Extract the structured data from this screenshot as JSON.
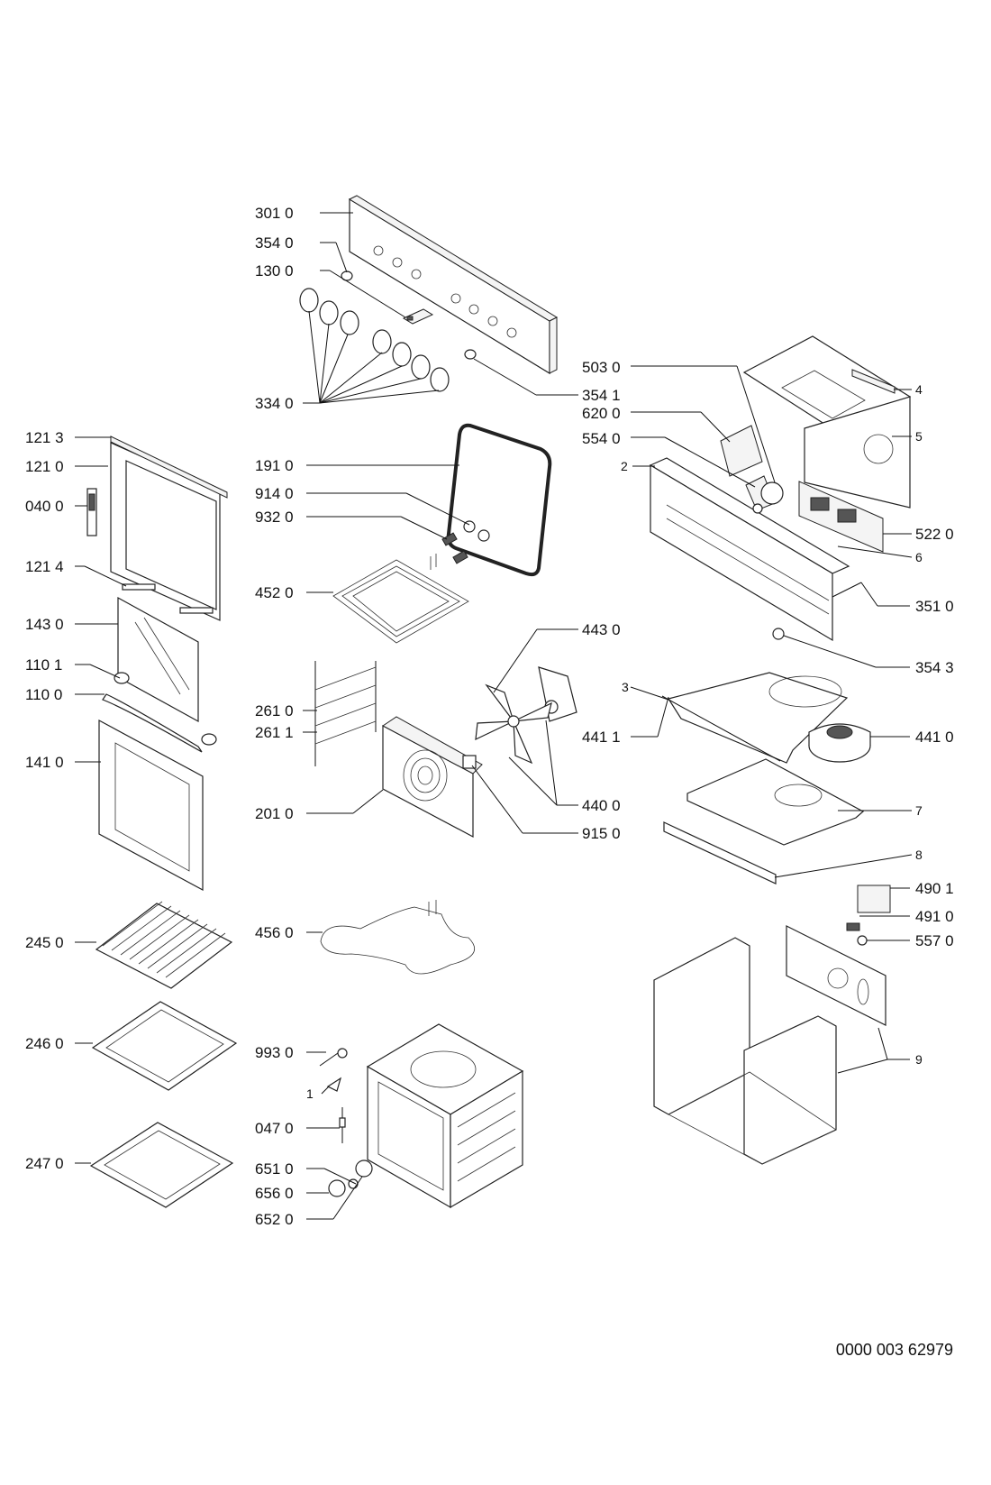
{
  "labels": {
    "p3010": "301 0",
    "p3540": "354 0",
    "p1300": "130 0",
    "p3340": "334 0",
    "p3541": "354 1",
    "p5030": "503 0",
    "p6200": "620 0",
    "p5540": "554 0",
    "p2": "2",
    "p4": "4",
    "p5": "5",
    "p5220": "522 0",
    "p6": "6",
    "p3510": "351 0",
    "p3543": "354 3",
    "p1213": "121 3",
    "p1210": "121 0",
    "p0400": "040 0",
    "p1214": "121 4",
    "p1430": "143 0",
    "p1101": "110 1",
    "p1100": "110 0",
    "p1410": "141 0",
    "p1910": "191 0",
    "p9140": "914 0",
    "p9320": "932 0",
    "p4520": "452 0",
    "p2610": "261 0",
    "p2611": "261 1",
    "p2010": "201 0",
    "p4430": "443 0",
    "p4400": "440 0",
    "p9150": "915 0",
    "p3": "3",
    "p4411": "441 1",
    "p4410": "441 0",
    "p7": "7",
    "p8": "8",
    "p4901": "490 1",
    "p4910": "491 0",
    "p5570": "557 0",
    "p9": "9",
    "p2450": "245 0",
    "p4560": "456 0",
    "p2460": "246 0",
    "p9930": "993 0",
    "p1": "1",
    "p0470": "047 0",
    "p6510": "651 0",
    "p6560": "656 0",
    "p6520": "652 0",
    "p2470": "247 0"
  },
  "document_number": "0000 003 62979"
}
